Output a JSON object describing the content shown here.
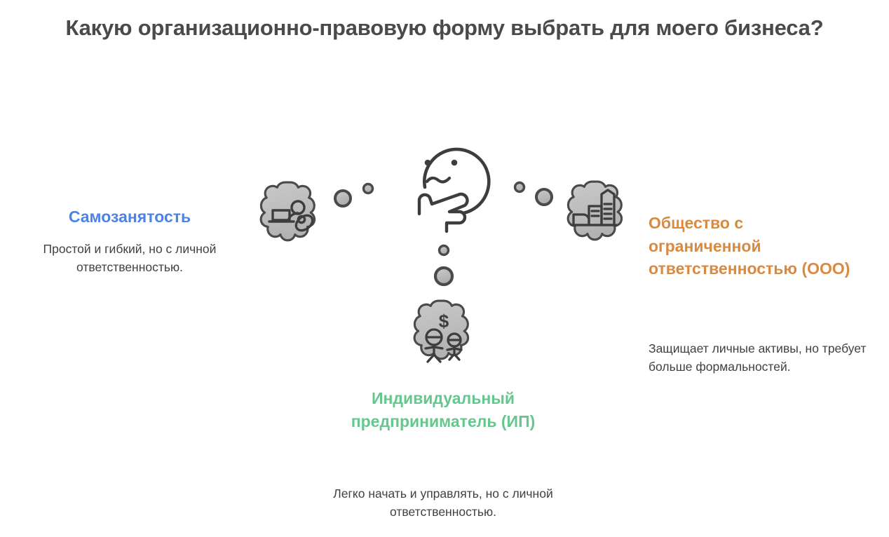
{
  "page": {
    "title": "Какую организационно-правовую форму выбрать для моего бизнеса?",
    "background_color": "#ffffff",
    "title_color": "#4a4a4a"
  },
  "central_figure": {
    "icon": "thinking-face-icon",
    "description": "thinking face with hand on chin"
  },
  "branches": [
    {
      "id": "self-employed",
      "position": "left",
      "label": "Самозанятость",
      "description": "Простой и гибкий, но с личной ответственностью.",
      "color": "#4d82e8",
      "icon": "person-with-laptop-icon",
      "bubble": "thought-cloud"
    },
    {
      "id": "llc",
      "position": "right",
      "label": "Общество с ограниченной ответственностью (ООО)",
      "description": "Защищает личные активы, но требует больше формальностей.",
      "color": "#da8a3f",
      "icon": "office-buildings-icon",
      "bubble": "thought-cloud"
    },
    {
      "id": "sole-proprietor",
      "position": "bottom",
      "label": "Индивидуальный предприниматель (ИП)",
      "description": "Легко начать и управлять, но с личной ответственностью.",
      "color": "#65c78e",
      "icon": "two-people-with-dollar-icon",
      "bubble": "thought-cloud"
    }
  ],
  "thought_dots": {
    "left": [
      "large",
      "small"
    ],
    "right": [
      "small",
      "large"
    ],
    "bottom": [
      "small",
      "large"
    ]
  }
}
